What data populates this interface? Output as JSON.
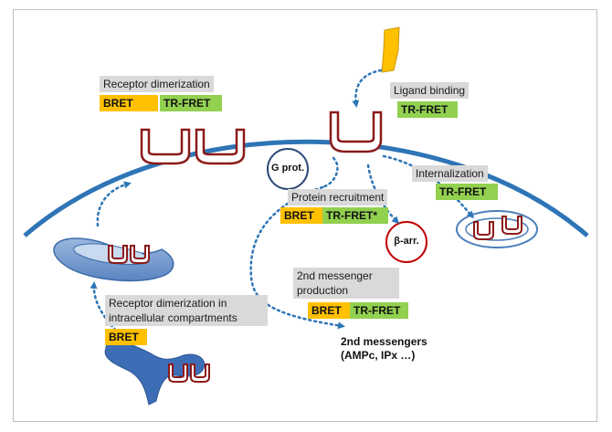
{
  "labels": {
    "receptor_dimerization": "Receptor dimerization",
    "ligand_binding": "Ligand binding",
    "internalization": "Internalization",
    "protein_recruitment": "Protein recruitment",
    "second_messenger_production": "2nd messenger production",
    "receptor_dimerization_intracellular": "Receptor dimerization in intracellular compartments"
  },
  "tags": {
    "bret": "BRET",
    "tr_fret": "TR-FRET",
    "tr_fret_star": "TR-FRET*"
  },
  "nodes": {
    "g_prot": "G prot.",
    "beta_arr": "β-arr."
  },
  "second_messengers": {
    "line1": "2nd messengers",
    "line2": "(AMPc, IPx …)"
  },
  "colors": {
    "bret": "#ffc000",
    "tr_fret": "#92d050",
    "label_bg": "#d9d9d9",
    "membrane": "#2e75b6",
    "receptor": "#8b1a1a",
    "ligand": "#ffc000",
    "arrow": "#2e75b6",
    "g_prot_circle": "#2e4a7a",
    "beta_arr_circle": "#c00000",
    "compartment": "#4a7ebb"
  }
}
